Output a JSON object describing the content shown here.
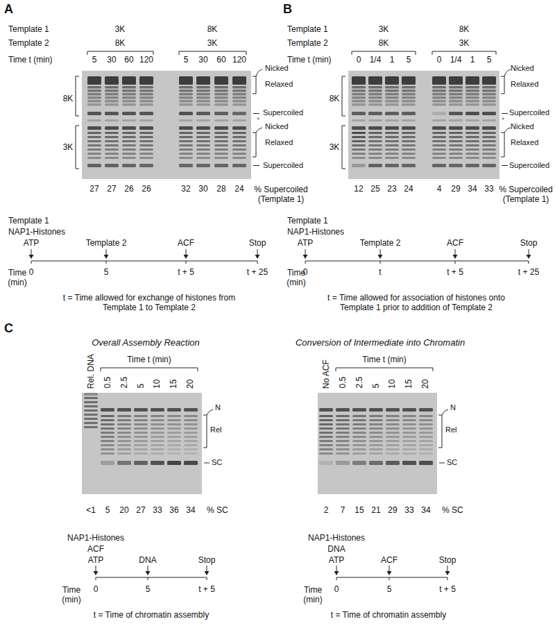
{
  "diagram": {
    "labels": [
      "A",
      "Template 1",
      "3K",
      "8K",
      "Template 2",
      "8K",
      "3K",
      "Time t (min)",
      "5",
      "30",
      "60",
      "120",
      "5",
      "30",
      "60",
      "120",
      "8K",
      "3K",
      "Nicked",
      "Relaxed",
      "Supercoiled",
      "*",
      "Nicked",
      "Relaxed",
      "Supercoiled",
      "27",
      "27",
      "26",
      "26",
      "32",
      "30",
      "28",
      "24",
      "% Supercoiled (Template 1)",
      "Template 1",
      "NAP1-Histones",
      "ATP",
      "Template 2",
      "ACF",
      "Stop",
      "Time (min)",
      "0",
      "5",
      "t + 5",
      "t + 25",
      "t = Time allowed for exchange of histones from Template 1 to Template 2",
      "B",
      "Template 1",
      "3K",
      "8K",
      "Template 2",
      "8K",
      "3K",
      "Time t (min)",
      "0",
      "1/4",
      "1",
      "5",
      "0",
      "1/4",
      "1",
      "5",
      "8K",
      "3K",
      "Nicked",
      "Relaxed",
      "Supercoiled",
      "*",
      "Nicked",
      "Relaxed",
      "Supercoiled",
      "12",
      "25",
      "23",
      "24",
      "4",
      "29",
      "34",
      "33",
      "% Supercoiled (Template 1)",
      "Template 1",
      "NAP1-Histones",
      "ATP",
      "Template 2",
      "ACF",
      "Stop",
      "Time (min)",
      "0",
      "t",
      "t + 5",
      "t + 25",
      "t = Time allowed for association of histones onto Template 1 prior to addition of Template 2",
      "C",
      "Overall Assembly Reaction",
      "Conversion of Intermediate into Chromatin",
      "Time t (min)",
      "Rel. DNA",
      "0.5",
      "2.5",
      "5",
      "10",
      "15",
      "20",
      "N",
      "Rel",
      "SC",
      "<1",
      "5",
      "20",
      "27",
      "33",
      "36",
      "34",
      "% SC",
      "NAP1-Histones",
      "ACF",
      "ATP",
      "DNA",
      "Stop",
      "Time (min)",
      "0",
      "5",
      "t + 5",
      "t = Time of chromatin assembly",
      "Time t (min)",
      "No ACF",
      "0.5",
      "2.5",
      "5",
      "10",
      "15",
      "20",
      "N",
      "Rel",
      "SC",
      "2",
      "7",
      "15",
      "21",
      "29",
      "33",
      "34",
      "% SC",
      "NAP1-Histones",
      "DNA",
      "ATP",
      "ACF",
      "Stop",
      "Time (min)",
      "0",
      "5",
      "t + 5",
      "t = Time of chromatin assembly"
    ]
  }
}
